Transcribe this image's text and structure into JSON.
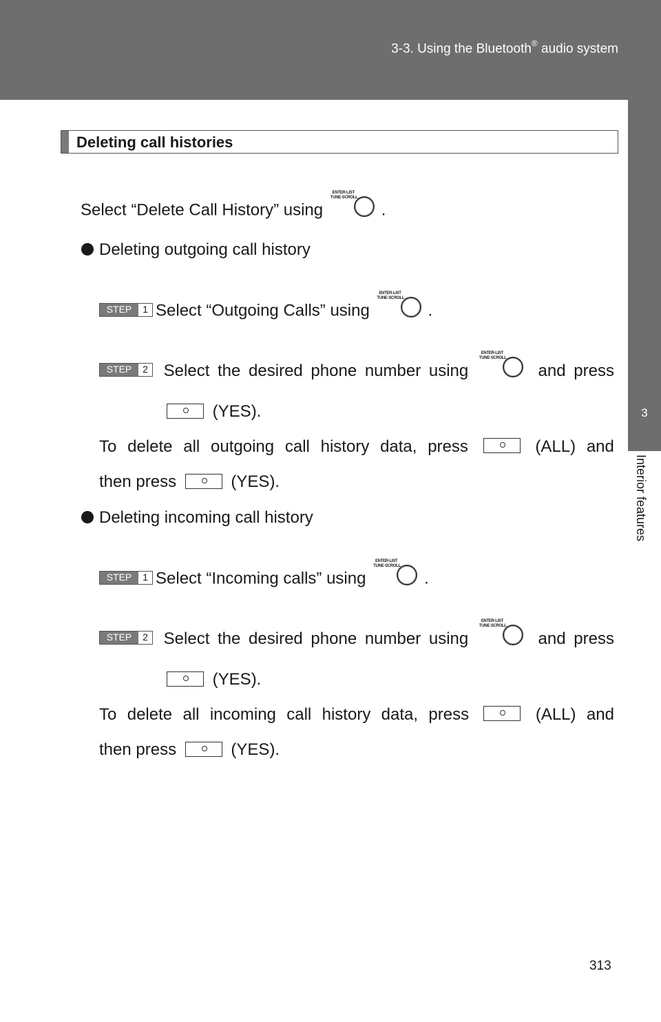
{
  "header": {
    "title_pre": "3-3. Using the Bluetooth",
    "title_reg": "®",
    "title_post": " audio system"
  },
  "side_tab": {
    "chapter": "3",
    "label": "Interior features"
  },
  "section": {
    "title": "Deleting call histories"
  },
  "intro": {
    "pre": "Select “Delete Call History” using",
    "post": "."
  },
  "knob_caption": "ENTER·LIST\nTUNE·SCROLL",
  "step_word": "STEP",
  "outgoing": {
    "heading": "Deleting outgoing call history",
    "step1": {
      "num": "1",
      "pre": "Select “Outgoing Calls” using",
      "post": "."
    },
    "step2": {
      "num": "2",
      "w1": "Select",
      "w2": "the",
      "w3": "desired",
      "w4": "phone",
      "w5": "number",
      "w6": "using",
      "w7": "and",
      "w8": "press",
      "cont": "(YES)."
    },
    "note": {
      "w1": "To",
      "w2": "delete",
      "w3": "all",
      "w4": "outgoing",
      "w5": "call",
      "w6": "history",
      "w7": "data,",
      "w8": "press",
      "w9": "(ALL)",
      "w10": "and",
      "line2_pre": "then press",
      "line2_post": "(YES)."
    }
  },
  "incoming": {
    "heading": "Deleting incoming call history",
    "step1": {
      "num": "1",
      "pre": "Select “Incoming calls” using",
      "post": "."
    },
    "step2": {
      "num": "2",
      "w1": "Select",
      "w2": "the",
      "w3": "desired",
      "w4": "phone",
      "w5": "number",
      "w6": "using",
      "w7": "and",
      "w8": "press",
      "cont": "(YES)."
    },
    "note": {
      "w1": "To",
      "w2": "delete",
      "w3": "all",
      "w4": "incoming",
      "w5": "call",
      "w6": "history",
      "w7": "data,",
      "w8": "press",
      "w9": "(ALL)",
      "w10": "and",
      "line2_pre": "then press",
      "line2_post": "(YES)."
    }
  },
  "page_number": "313"
}
